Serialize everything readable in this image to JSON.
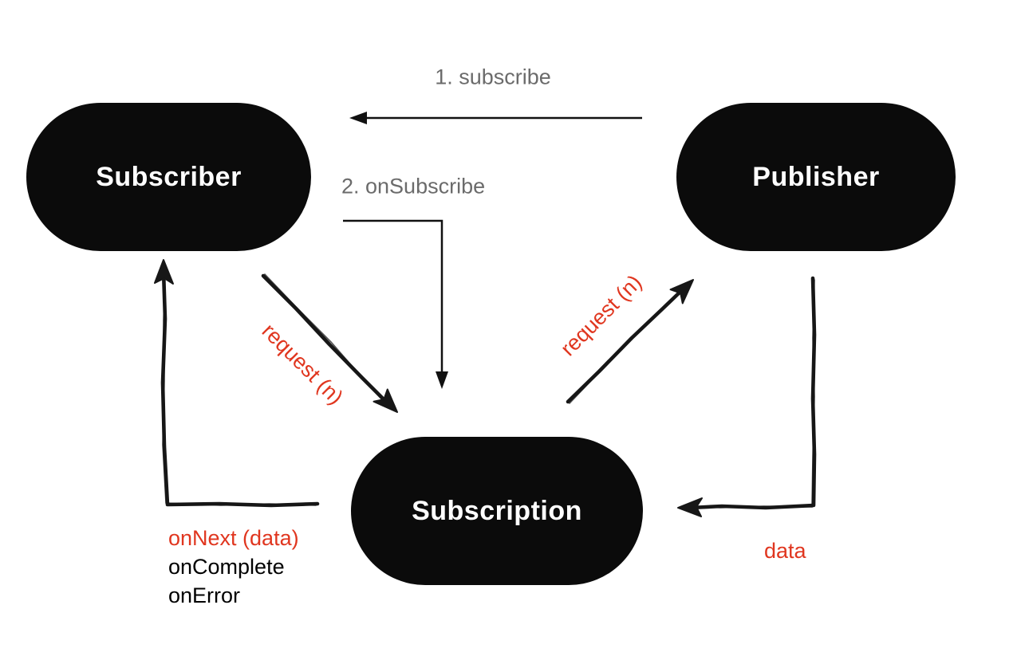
{
  "nodes": {
    "subscriber": "Subscriber",
    "publisher": "Publisher",
    "subscription": "Subscription"
  },
  "edge_labels": {
    "subscribe": "1. subscribe",
    "on_subscribe": "2. onSubscribe",
    "request_n_left": "request (n)",
    "request_n_right": "request (n)",
    "data": "data",
    "on_next": "onNext (data)",
    "on_complete": "onComplete",
    "on_error": "onError"
  },
  "colors": {
    "node_fill": "#0b0b0b",
    "node_text": "#ffffff",
    "label_gray": "#6b6b6b",
    "label_red": "#e0361f",
    "arrow_black": "#171717",
    "background": "#ffffff"
  }
}
